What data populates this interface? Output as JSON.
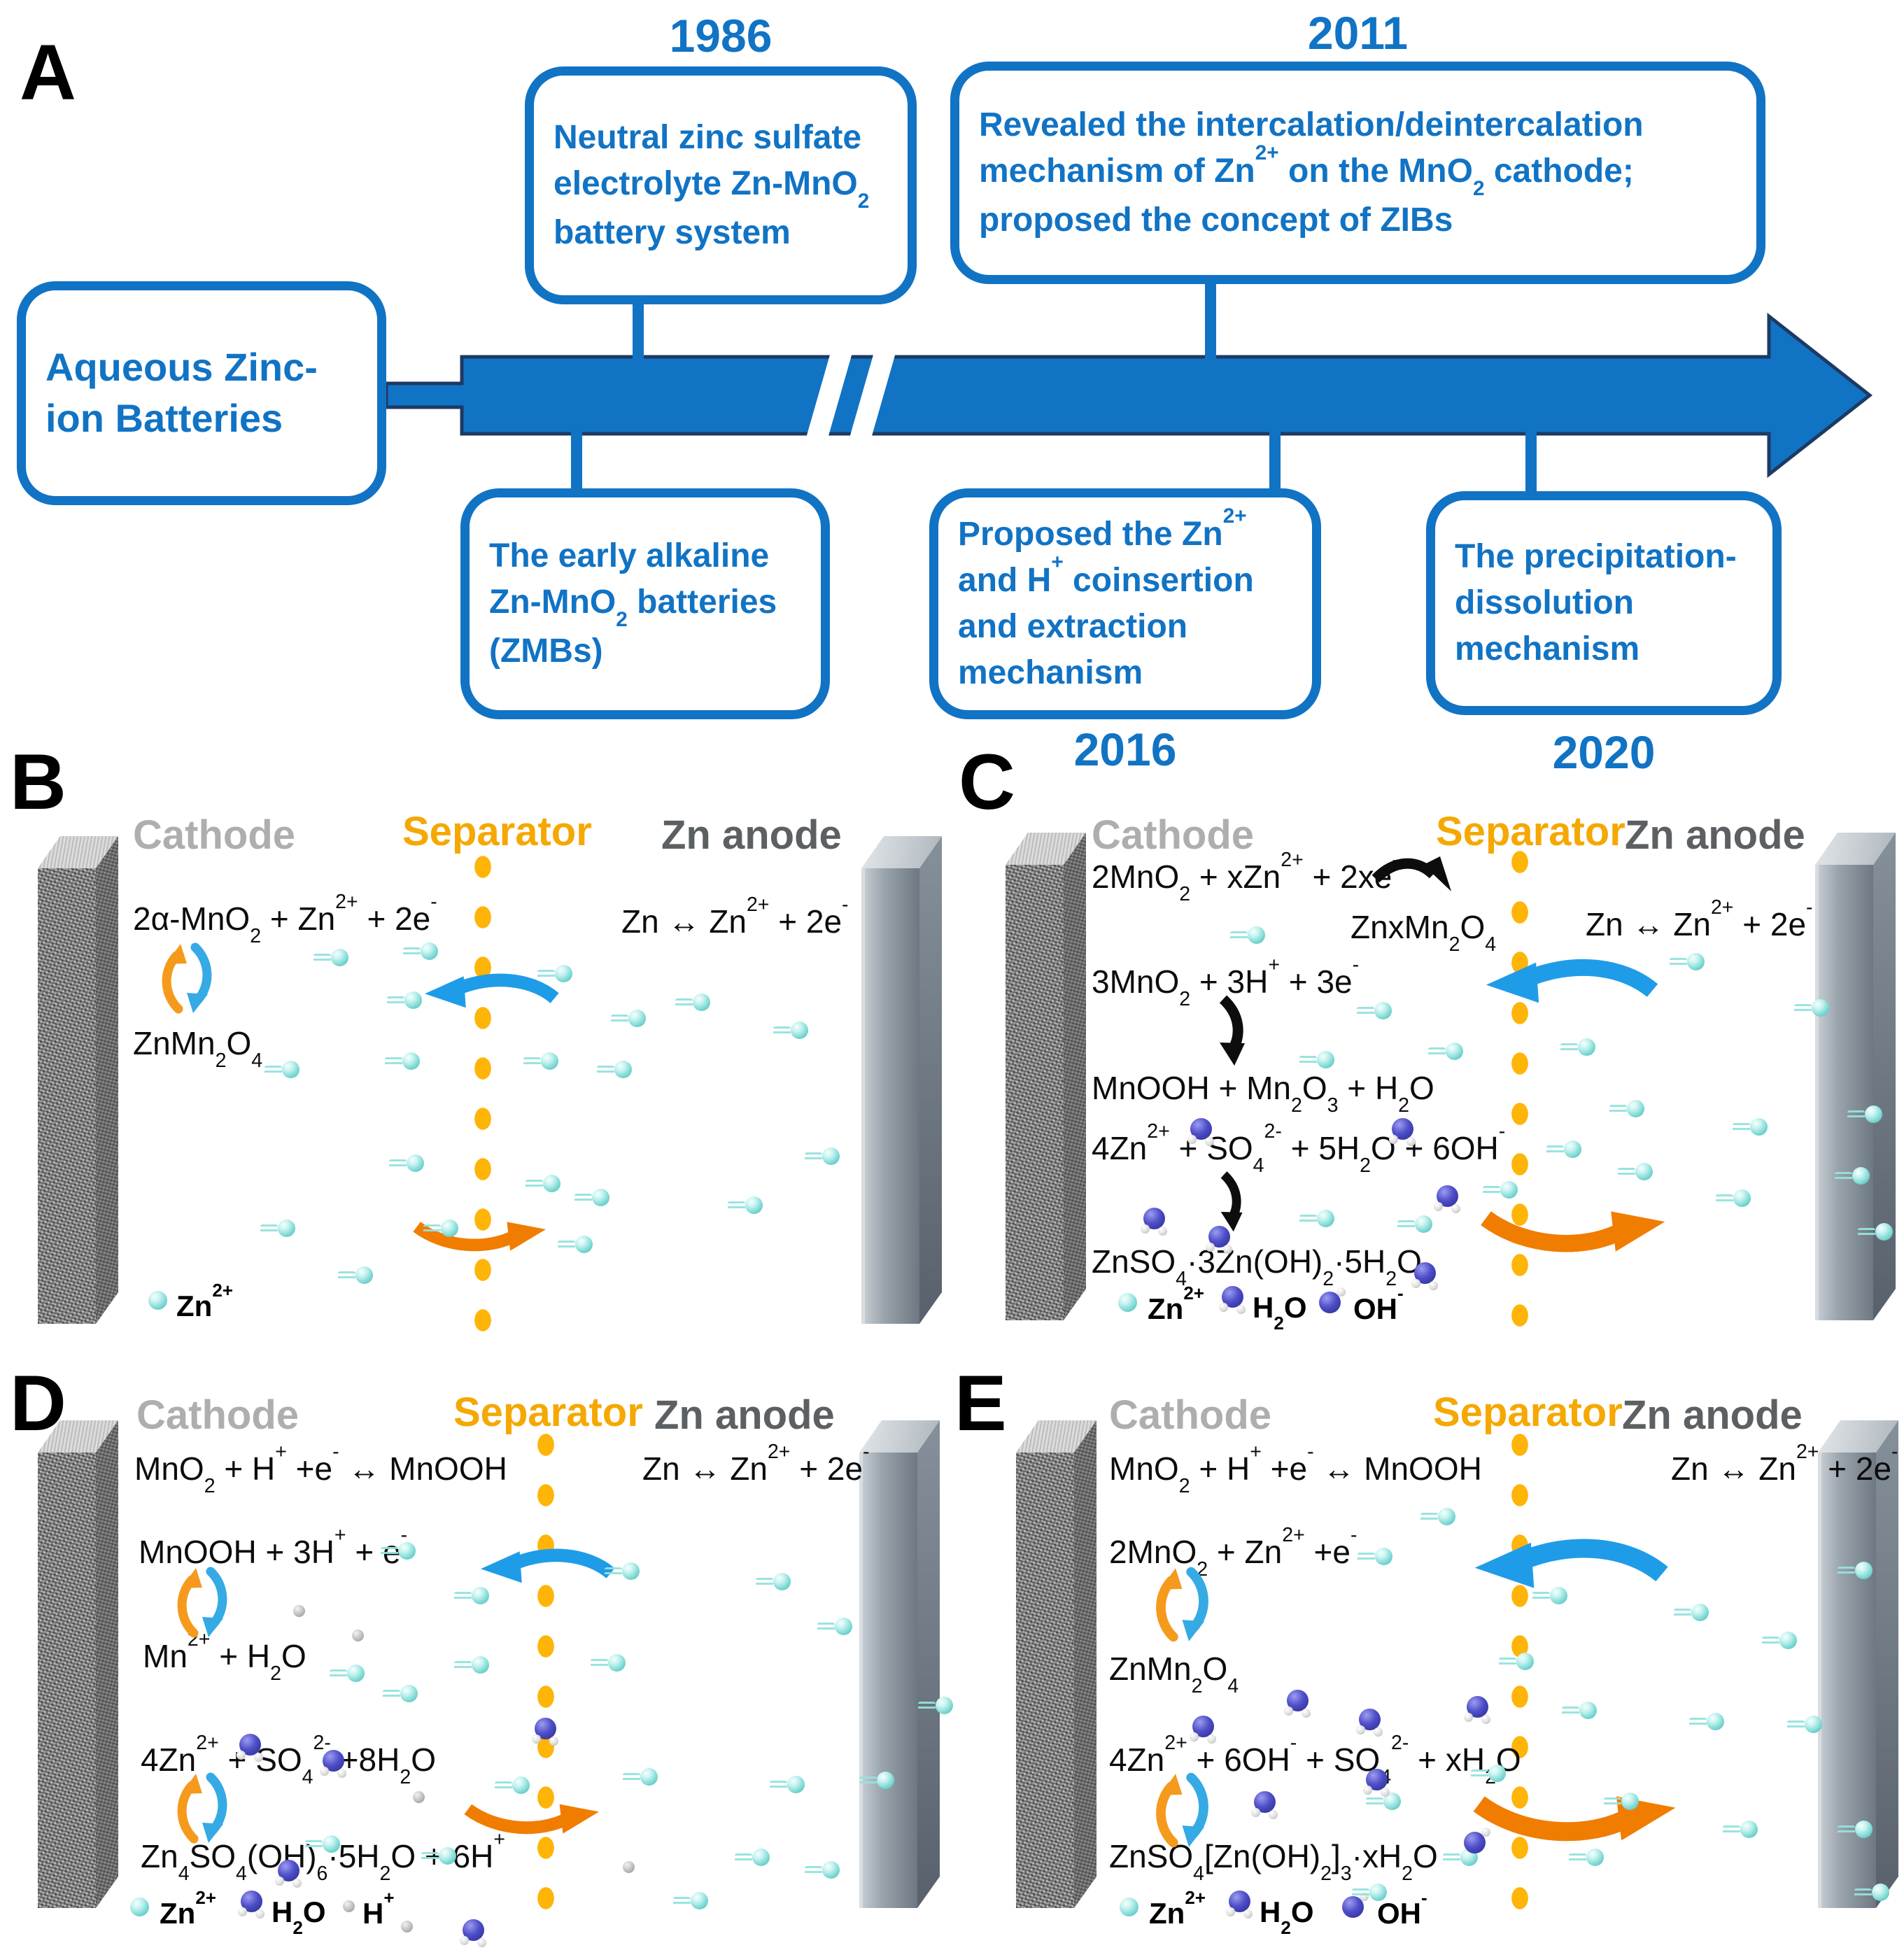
{
  "panel_a": {
    "label": "A",
    "year_1986": "1986",
    "year_2011": "2011",
    "year_2016": "2016",
    "year_2020": "2020",
    "main_box": "Aqueous Zinc-ion Batteries",
    "event_1986": "Neutral zinc sulfate electrolyte Zn-MnO<sub>2</sub> battery system",
    "event_2011": "Revealed the intercalation/deintercalation mechanism of Zn<sup>2+</sup> on the MnO<sub>2</sub> cathode; proposed the concept of ZIBs",
    "event_early": "The early alkaline Zn-MnO<sub>2</sub> batteries (ZMBs)",
    "event_2016": "Proposed the Zn<sup>2+</sup> and H<sup>+</sup> coinsertion and extraction mechanism",
    "event_2020": "The precipitation-dissolution mechanism"
  },
  "labels": {
    "cathode": "Cathode",
    "separator": "Separator",
    "zn_anode": "Zn anode"
  },
  "ions": {
    "zn": "Zn<sup>2+</sup>",
    "h2o": "H<sub>2</sub>O",
    "oh": "OH<sup>-</sup>",
    "h": "H<sup>+</sup>"
  },
  "panel_b": {
    "label": "B",
    "eq_cathode_a": "2α-MnO<sub>2</sub> + Zn<sup>2+</sup> + 2e<sup>-</sup>",
    "eq_cathode_b": "ZnMn<sub>2</sub>O<sub>4</sub>",
    "eq_anode": "Zn ↔ Zn<sup>2+</sup> + 2e<sup>-</sup>"
  },
  "panel_c": {
    "label": "C",
    "eq1": "2MnO<sub>2</sub> + xZn<sup>2+</sup> + 2xe<sup>-</sup>",
    "eq2": "ZnxMn<sub>2</sub>O<sub>4</sub>",
    "eq3": "3MnO<sub>2</sub> + 3H<sup>+</sup> + 3e<sup>-</sup>",
    "eq4": "MnOOH + Mn<sub>2</sub>O<sub>3</sub> + H<sub>2</sub>O",
    "eq5": "4Zn<sup>2+</sup> + SO<sub>4</sub><sup>2-</sup> + 5H<sub>2</sub>O + 6OH<sup>-</sup>",
    "eq6": "ZnSO<sub>4</sub>·3Zn(OH)<sub>2</sub>·5H<sub>2</sub>O",
    "eq_anode": "Zn ↔ Zn<sup>2+</sup> + 2e<sup>-</sup>"
  },
  "panel_d": {
    "label": "D",
    "eq1": "MnO<sub>2</sub> + H<sup>+</sup> +e<sup>-</sup> ↔ MnOOH",
    "eq2": "MnOOH + 3H<sup>+</sup> + e<sup>-</sup>",
    "eq3": "Mn<sup>2+</sup> + H<sub>2</sub>O",
    "eq4": "4Zn<sup>2+</sup> + SO<sub>4</sub><sup>2-</sup> +8H<sub>2</sub>O",
    "eq5": "Zn<sub>4</sub>SO<sub>4</sub>(OH)<sub>6</sub>·5H<sub>2</sub>O + 6H<sup>+</sup>",
    "eq_anode": "Zn ↔ Zn<sup>2+</sup> + 2e<sup>-</sup>"
  },
  "panel_e": {
    "label": "E",
    "eq1": "MnO<sub>2</sub> + H<sup>+</sup> +e<sup>-</sup> ↔ MnOOH",
    "eq2": "2MnO<sub>2</sub> + Zn<sup>2+</sup> +e<sup>-</sup>",
    "eq3": "ZnMn<sub>2</sub>O<sub>4</sub>",
    "eq4": "4Zn<sup>2+</sup> + 6OH<sup>-</sup> + SO<sub>4</sub><sup>2-</sup> + xH<sub>2</sub>O",
    "eq5": "ZnSO<sub>4</sub>[Zn(OH)<sub>2</sub>]<sub>3</sub>·xH<sub>2</sub>O",
    "eq_anode": "Zn ↔ Zn<sup>2+</sup> + 2e<sup>-</sup>"
  },
  "colors": {
    "timeline_blue": "#1173c4",
    "separator_gold": "#f5a802",
    "arrow_blue": "#1f9ce8",
    "arrow_orange": "#f07d00",
    "cathode_gray": "#aeaeae",
    "anode_gray": "#5c6063"
  }
}
